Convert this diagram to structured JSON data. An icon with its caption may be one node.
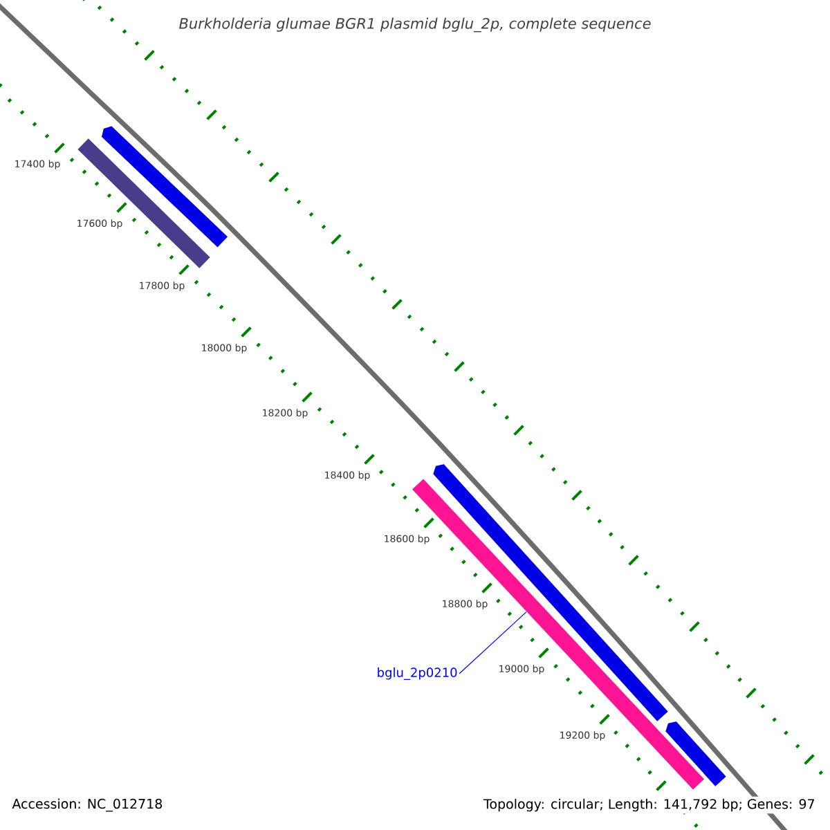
{
  "diagram": {
    "title": "Burkholderia glumae BGR1 plasmid bglu_2p, complete sequence",
    "nodes": [
      {
        "text": [],
        "shape": "arrow"
      },
      {
        "text": [],
        "shape": "bar"
      },
      {
        "text": [],
        "shape": "arrow"
      },
      {
        "text": [],
        "shape": "bar"
      },
      {
        "text": [],
        "shape": "arrow"
      },
      {
        "text": [
          "bglu_2p0210"
        ]
      }
    ],
    "edges": [
      {
        "from": 5,
        "to": 3,
        "arrow": "none",
        "color": "#0000ff"
      }
    ],
    "labels": [
      "17400 bp",
      "17600 bp",
      "17800 bp",
      "18000 bp",
      "18200 bp",
      "18400 bp",
      "18600 bp",
      "18800 bp",
      "19000 bp",
      "19200 bp",
      "Accession: NC_012718",
      "Topology: circular; Length: 141,792 bp; Genes: 97"
    ]
  }
}
